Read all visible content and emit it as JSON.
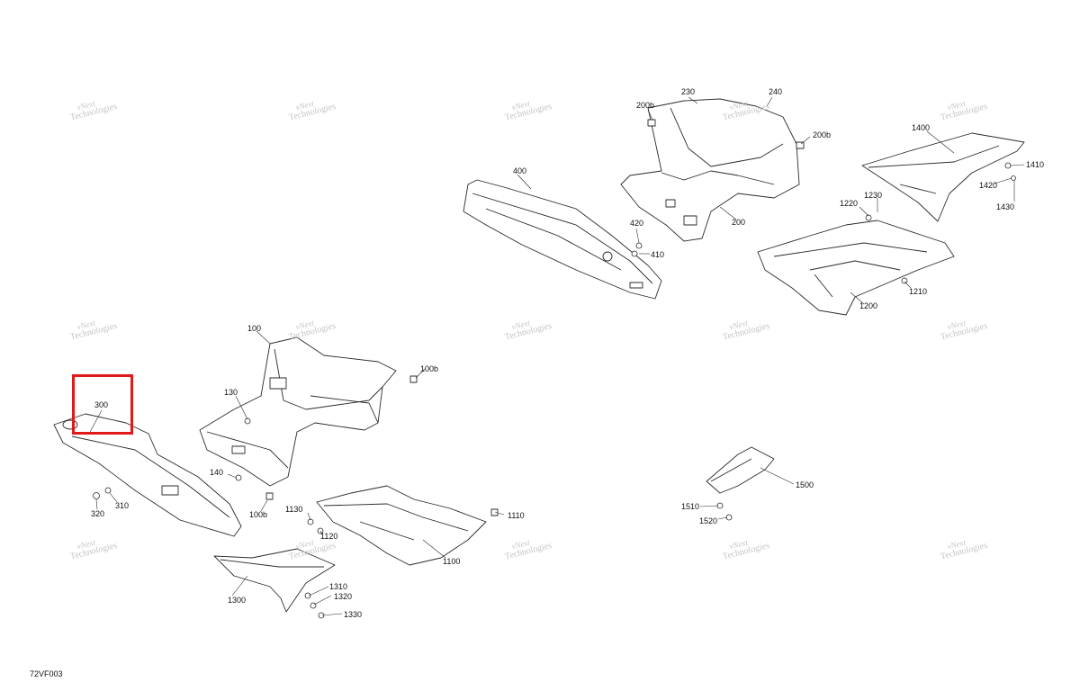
{
  "diagram_ref": "72VF003",
  "highlighted_callout": "300",
  "watermark": {
    "line1": "vNext",
    "line2": "Technologies"
  },
  "callouts": {
    "c100": "100",
    "c100b_top": "100b",
    "c100b_bot": "100b",
    "c130": "130",
    "c140": "140",
    "c200": "200",
    "c200b_left": "200b",
    "c200b_right": "200b",
    "c230": "230",
    "c240": "240",
    "c300": "300",
    "c310": "310",
    "c320": "320",
    "c400": "400",
    "c410": "410",
    "c420": "420",
    "c1100": "1100",
    "c1110": "1110",
    "c1120": "1120",
    "c1130": "1130",
    "c1200": "1200",
    "c1210": "1210",
    "c1220": "1220",
    "c1230": "1230",
    "c1300": "1300",
    "c1310": "1310",
    "c1320": "1320",
    "c1330": "1330",
    "c1400": "1400",
    "c1410": "1410",
    "c1420": "1420",
    "c1430": "1430",
    "c1500": "1500",
    "c1510": "1510",
    "c1520": "1520"
  },
  "colors": {
    "line": "#2a2a2a",
    "highlight": "#e0191b",
    "watermark": "#c4c4c4"
  }
}
